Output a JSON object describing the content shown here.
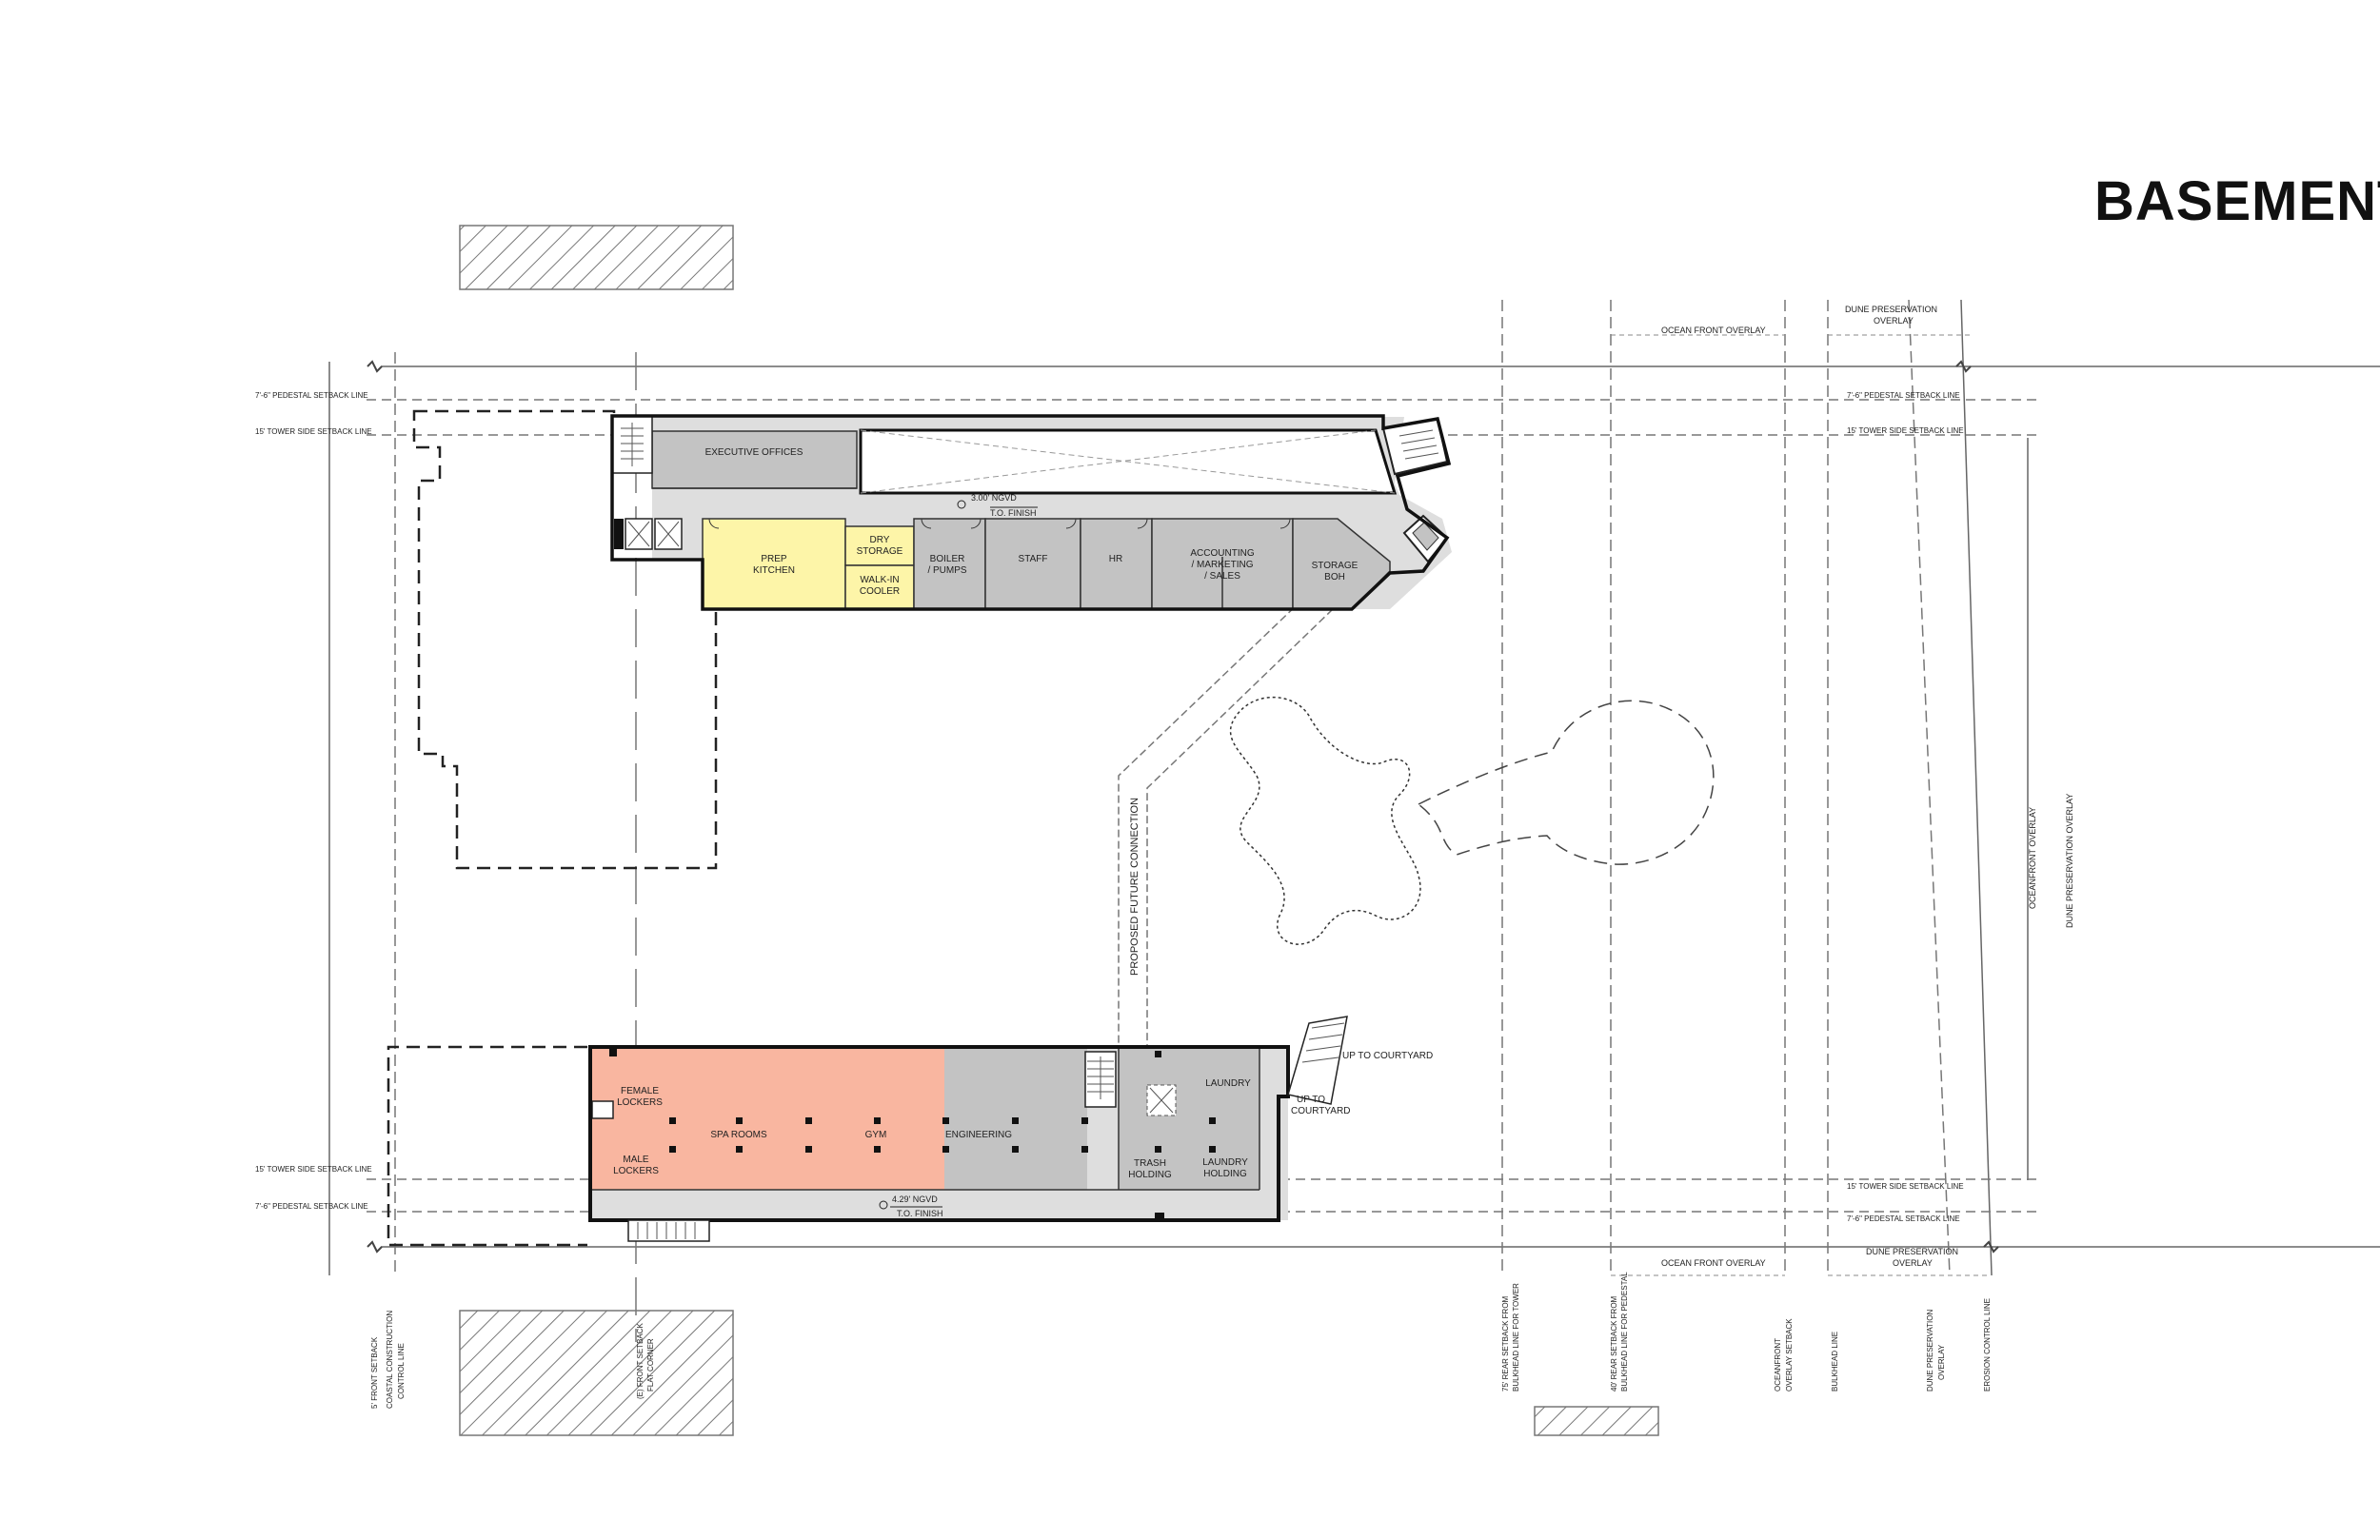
{
  "sheet": {
    "title": "BASEMENT"
  },
  "colors": {
    "room_gray": "#c3c3c3",
    "corridor_gray": "#dedede",
    "kitchen_yellow": "#fdf5a8",
    "spa_salmon": "#f9b6a0",
    "wall": "#111111"
  },
  "north_building": {
    "rooms": {
      "executive_offices": "EXECUTIVE OFFICES",
      "prep_kitchen": "PREP KITCHEN",
      "dry_storage": "DRY STORAGE",
      "walk_in_cooler": "WALK-IN COOLER",
      "boiler_pumps": "BOILER / PUMPS",
      "staff": "STAFF",
      "hr": "HR",
      "accounting": "ACCOUNTING / MARKETING / SALES",
      "storage_boh": "STORAGE BOH"
    },
    "elevation_line1": "3.00' NGVD",
    "elevation_line2": "T.O. FINISH"
  },
  "south_building": {
    "rooms": {
      "female_lockers": "FEMALE LOCKERS",
      "male_lockers": "MALE LOCKERS",
      "spa_rooms": "SPA ROOMS",
      "gym": "GYM",
      "engineering": "ENGINEERING",
      "trash_holding": "TRASH HOLDING",
      "laundry": "LAUNDRY",
      "laundry_holding": "LAUNDRY HOLDING"
    },
    "up_to_courtyard_ramp": "UP TO COURTYARD",
    "up_to_courtyard_inner": "UP TO COURTYARD",
    "elevation_line1": "4.29' NGVD",
    "elevation_line2": "T.O. FINISH"
  },
  "connection_label": "PROPOSED FUTURE CONNECTION",
  "setback_lines": {
    "pedestal_left_top": "7'-6\" PEDESTAL SETBACK LINE",
    "tower_left_top": "15' TOWER SIDE SETBACK LINE",
    "pedestal_right_top": "7'-6\" PEDESTAL SETBACK LINE",
    "tower_right_top": "15' TOWER SIDE SETBACK LINE",
    "tower_left_bottom": "15' TOWER SIDE SETBACK LINE",
    "pedestal_left_bottom": "7'-6\" PEDESTAL SETBACK LINE",
    "tower_right_bottom": "15' TOWER SIDE SETBACK LINE",
    "pedestal_right_bottom": "7'-6\" PEDESTAL SETBACK LINE"
  },
  "overlays": {
    "ocean_front_top": "OCEAN FRONT OVERLAY",
    "dune_top_line1": "DUNE PRESERVATION",
    "dune_top_line2": "OVERLAY",
    "ocean_front_bottom": "OCEAN FRONT OVERLAY",
    "dune_bottom_line1": "DUNE PRESERVATION",
    "dune_bottom_line2": "OVERLAY",
    "oceanfront_vertical": "OCEANFRONT OVERLAY",
    "dune_vertical": "DUNE PRESERVATION OVERLAY"
  },
  "bottom_labels": {
    "front_setback": "5' FRONT SETBACK",
    "coastal_line1": "COASTAL CONSTRUCTION",
    "coastal_line2": "CONTROL LINE",
    "flatcorner_line1": "(E) FRONT SETBACK",
    "flatcorner_line2": "FLAT CORNER",
    "rear_tower_line1": "75' REAR SETBACK FROM",
    "rear_tower_line2": "BULKHEAD LINE FOR TOWER",
    "rear_pedestal_line1": "40' REAR SETBACK FROM",
    "rear_pedestal_line2": "BULKHEAD LINE FOR PEDESTAL",
    "oceanfront_setback_line1": "OCEANFRONT",
    "oceanfront_setback_line2": "OVERLAY SETBACK",
    "bulkhead": "BULKHEAD LINE",
    "dune_line1": "DUNE PRESERVATION",
    "dune_line2": "OVERLAY",
    "erosion": "EROSION CONTROL LINE"
  }
}
